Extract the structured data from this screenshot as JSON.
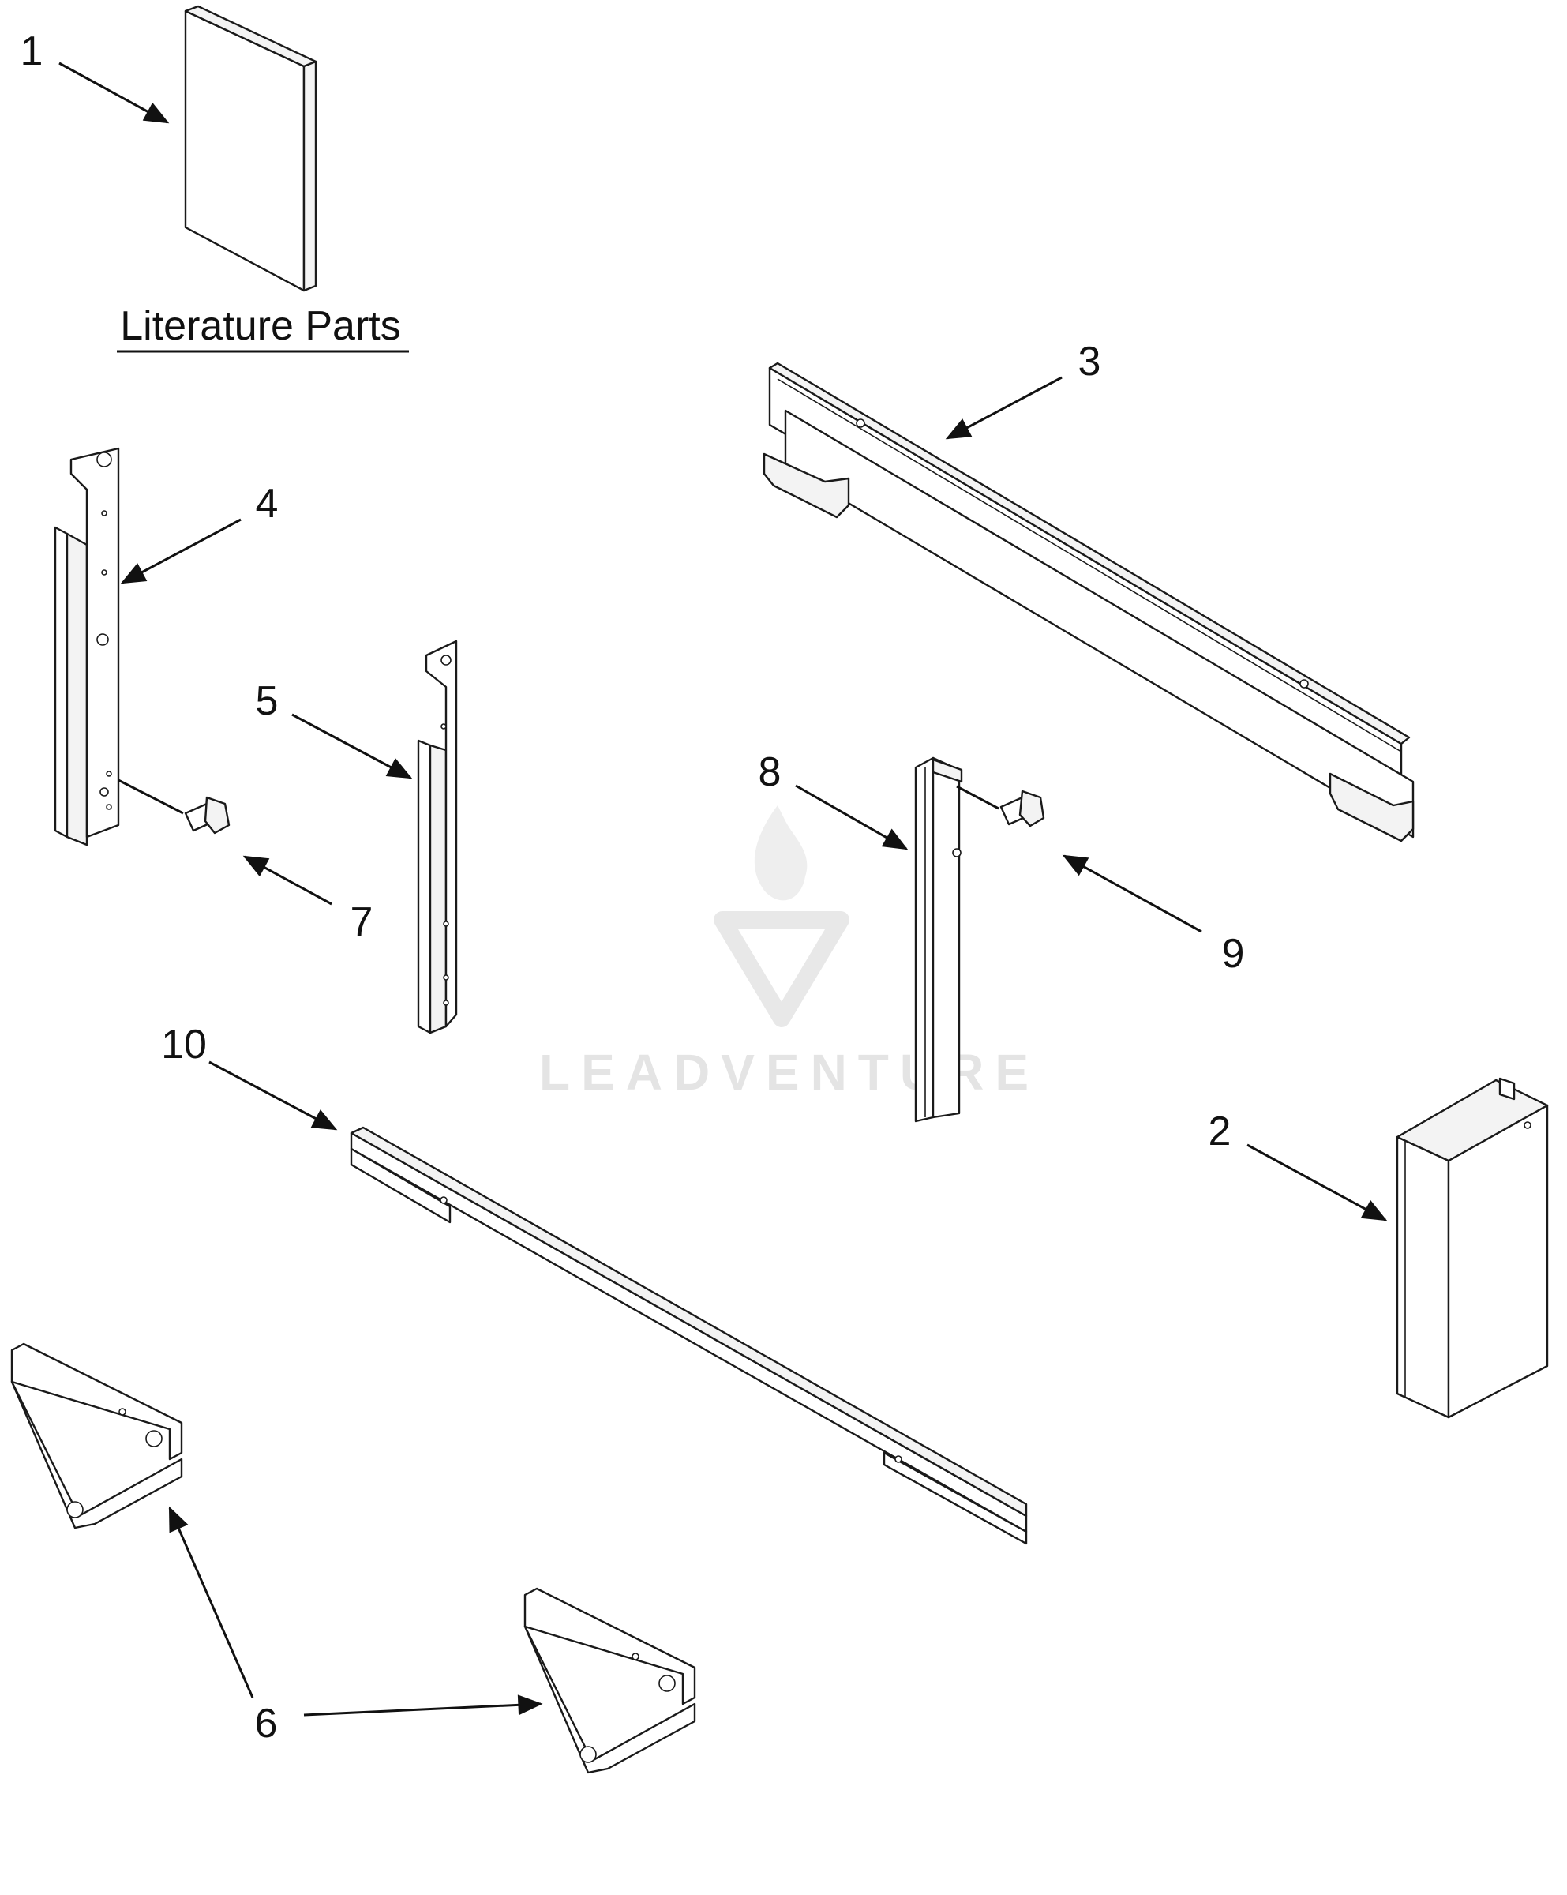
{
  "diagram": {
    "heading": "Literature Parts",
    "watermark": "LEADVENTURE",
    "callouts": [
      "1",
      "2",
      "3",
      "4",
      "5",
      "6",
      "7",
      "8",
      "9",
      "10"
    ]
  },
  "colors": {
    "line": "#1a1a1a",
    "background": "#ffffff",
    "watermark": "#e4e4e4"
  }
}
